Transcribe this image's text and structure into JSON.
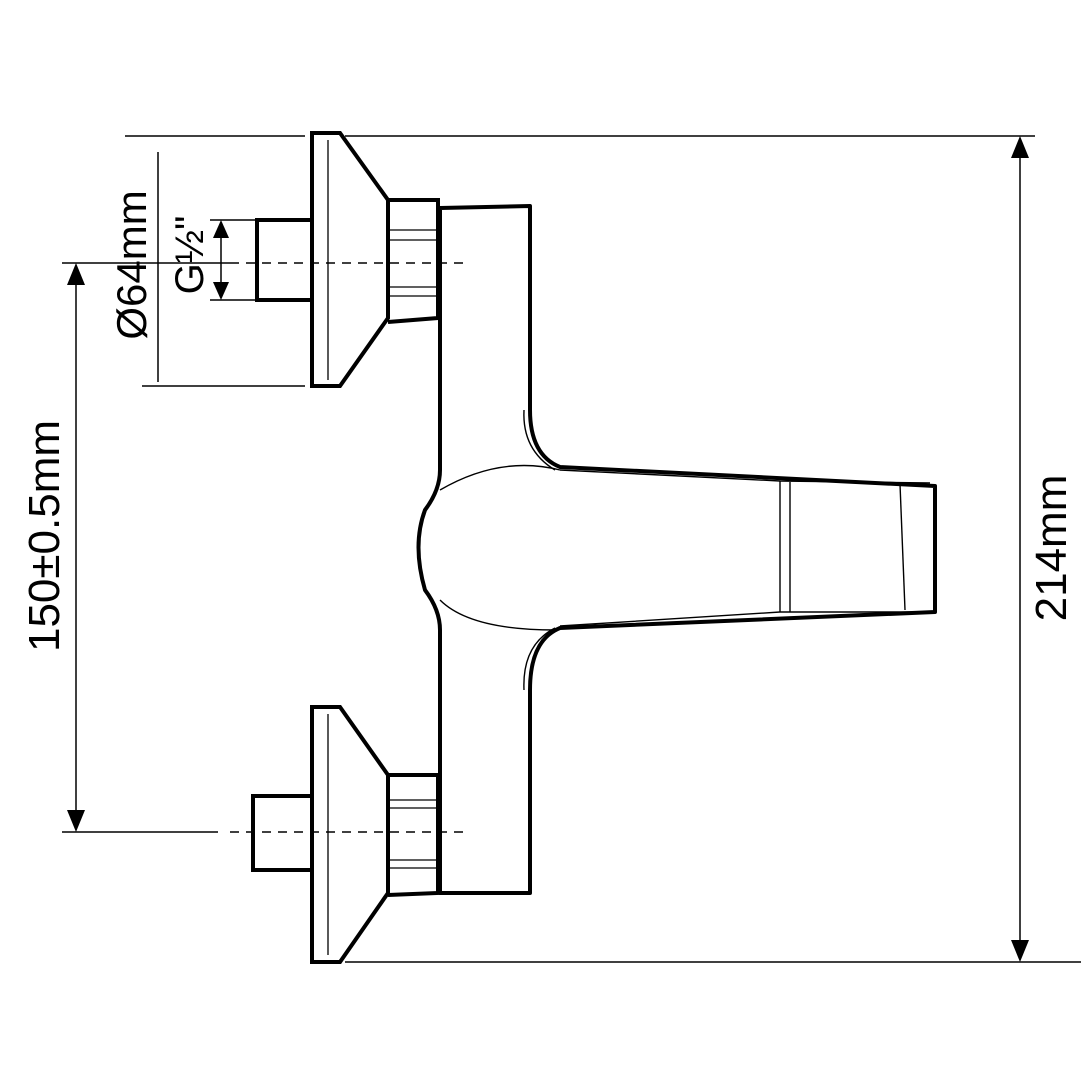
{
  "dimensions": {
    "overall_height": "214mm",
    "centre_distance": "150±0.5mm",
    "flange_diameter": "Ø64mm",
    "thread_size": "G½\""
  },
  "colors": {
    "stroke": "#000000",
    "background": "#ffffff"
  }
}
